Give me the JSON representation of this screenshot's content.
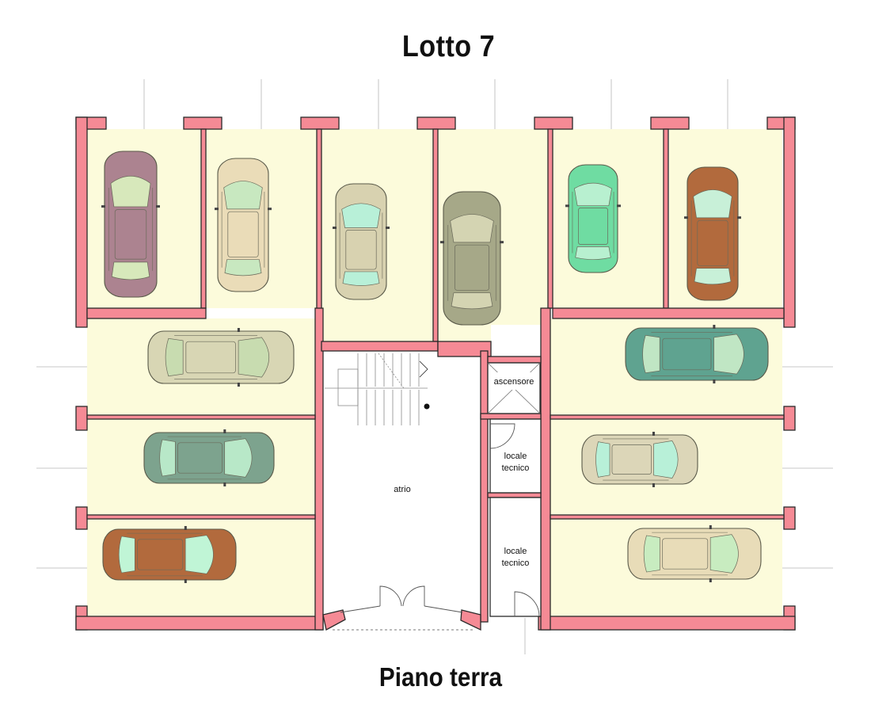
{
  "title": "Lotto 7",
  "subtitle": "Piano terra",
  "rooms": {
    "ascensore": "ascensore",
    "atrio": "atrio",
    "locale_tecnico_1": [
      "locale",
      "tecnico"
    ],
    "locale_tecnico_2": [
      "locale",
      "tecnico"
    ]
  },
  "colors": {
    "wall": "#f58a95",
    "wall_stroke": "#2a2a2a",
    "parking_floor": "#fcfbdb",
    "guide_line": "#b0b0b0"
  },
  "cars": [
    {
      "id": "car-1",
      "body": "#ac8390",
      "glass": "#d7e8bb",
      "orientation": "vertical"
    },
    {
      "id": "car-2",
      "body": "#eadcb8",
      "glass": "#c8e8c0",
      "orientation": "vertical"
    },
    {
      "id": "car-3",
      "body": "#d8d2b0",
      "glass": "#b8f0d8",
      "orientation": "vertical"
    },
    {
      "id": "car-4",
      "body": "#a6a888",
      "glass": "#d4d4b2",
      "orientation": "vertical"
    },
    {
      "id": "car-5",
      "body": "#6fdca2",
      "glass": "#b8f0d0",
      "orientation": "vertical"
    },
    {
      "id": "car-6",
      "body": "#b26a3d",
      "glass": "#c8f0d8",
      "orientation": "vertical"
    },
    {
      "id": "car-7",
      "body": "#d8d6b4",
      "glass": "#c8dcb0",
      "orientation": "horizontal"
    },
    {
      "id": "car-8",
      "body": "#5fa390",
      "glass": "#c0e6c4",
      "orientation": "horizontal"
    },
    {
      "id": "car-9",
      "body": "#7da38e",
      "glass": "#b8e8c8",
      "orientation": "horizontal"
    },
    {
      "id": "car-10",
      "body": "#dcd6b8",
      "glass": "#b8f0d8",
      "orientation": "horizontal"
    },
    {
      "id": "car-11",
      "body": "#b26a3d",
      "glass": "#c0f5d6",
      "orientation": "horizontal"
    },
    {
      "id": "car-12",
      "body": "#e8dcb8",
      "glass": "#c8ecc0",
      "orientation": "horizontal"
    }
  ]
}
